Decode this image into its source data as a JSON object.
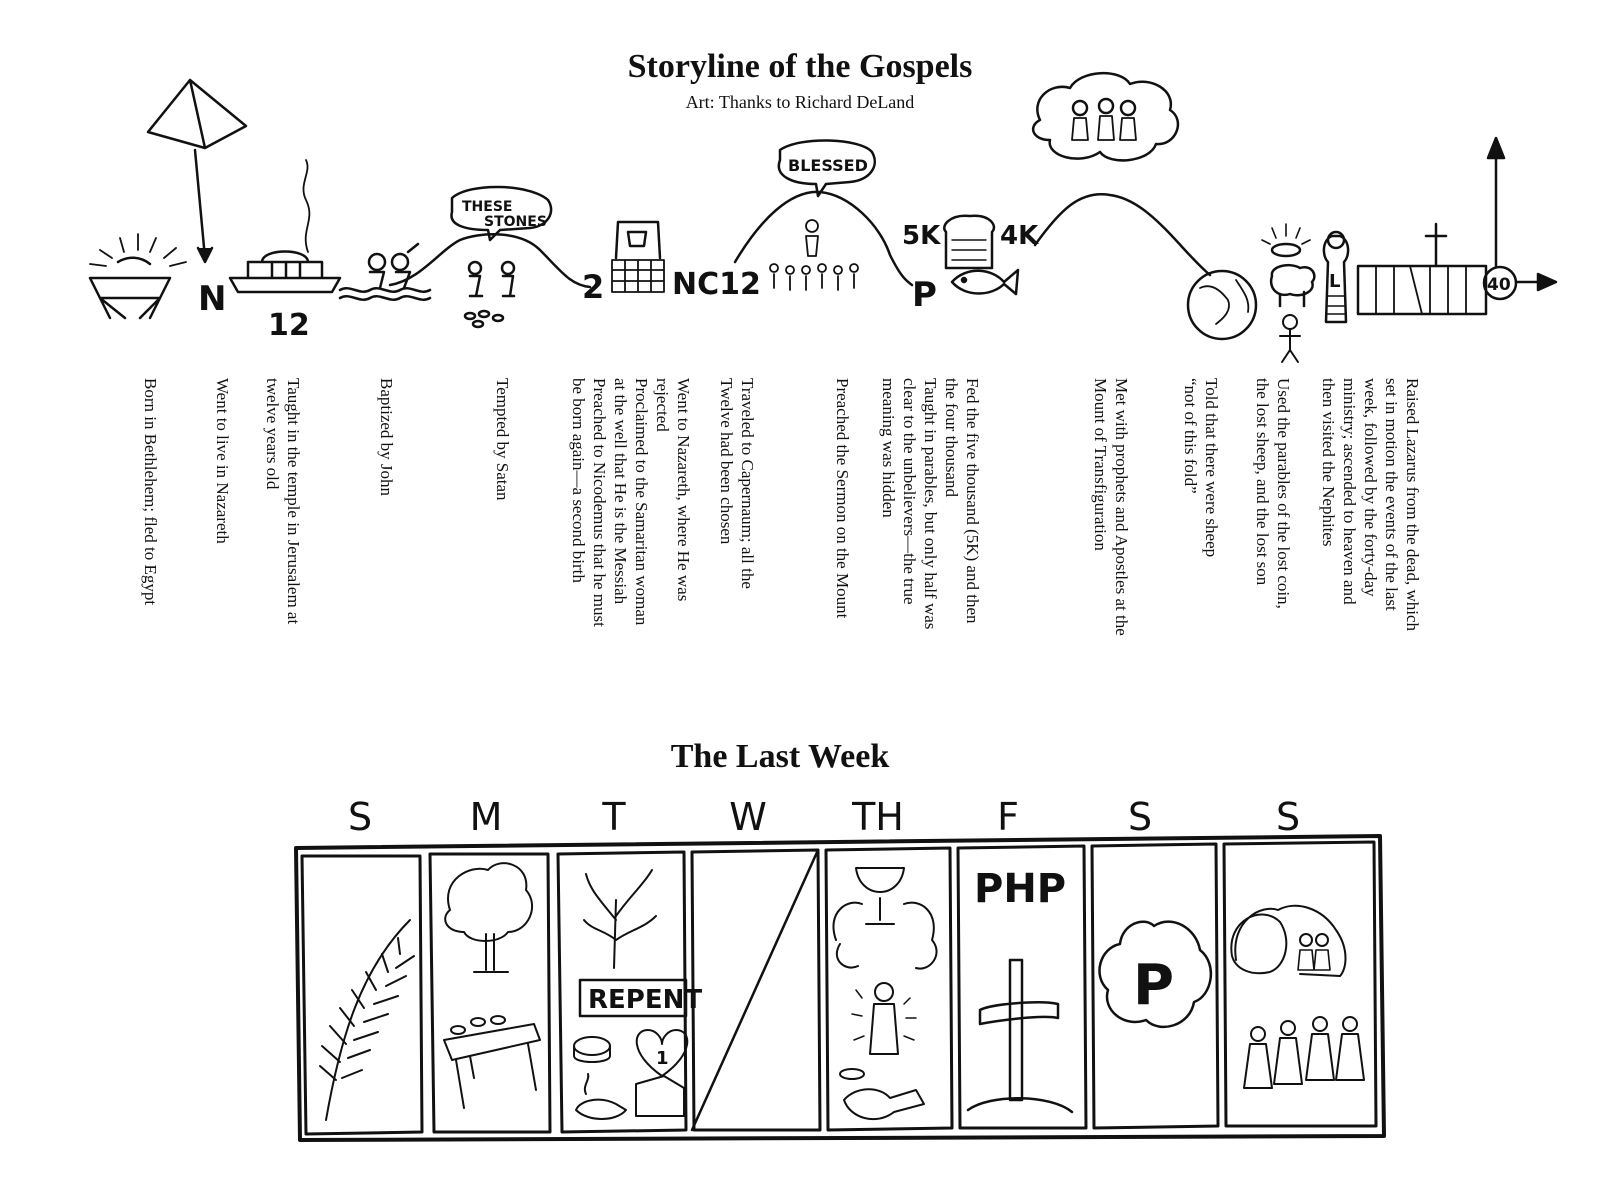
{
  "title": "Storyline of the Gospels",
  "credit": "Art: Thanks to Richard DeLand",
  "timeline_marks": {
    "nazareth": "N",
    "twelve": "12",
    "stones_line1": "THESE",
    "stones_line2": "STONES",
    "cana_two": "2",
    "capernaum": "NC12",
    "blessed": "BLESSED",
    "five_k": "5K",
    "four_k": "4K",
    "parable": "P",
    "lazarus": "L",
    "forty": "40"
  },
  "captions": [
    "Born in Bethlehem; fled to Egypt",
    "Went to live in Nazareth",
    "Taught in the temple in Jerusalem at\ntwelve years old",
    "Baptized by John",
    "Tempted by Satan",
    "Went to Nazareth, where He was\nrejected\nProclaimed to the Samaritan woman\nat the well that He is the Messiah\nPreached to Nicodemus that he must\nbe born again—a second birth",
    "Traveled to Capernaum; all the\nTwelve had been chosen",
    "Preached the Sermon on the Mount",
    "Fed the five thousand (5K) and then\nthe four thousand\nTaught in parables, but only half was\nclear to the unbelievers—the true\nmeaning was hidden",
    "Met with prophets and Apostles at the\nMount of Transfiguration",
    "Told that there were sheep\n“not of this fold”",
    "Used the parables of the lost coin,\nthe lost sheep, and the lost son",
    "Raised Lazarus from the dead, which\nset in motion the events of the last\nweek, followed by the forty-day\nministry; ascended to heaven and\nthen visited the Nephites"
  ],
  "last_week": {
    "title": "The Last Week",
    "days": [
      "S",
      "M",
      "T",
      "W",
      "TH",
      "F",
      "S",
      "S"
    ],
    "repent": "REPENT",
    "heart_number": "1",
    "php": "PHP",
    "p_circle": "P"
  },
  "icons": [
    "pyramid-icon",
    "manger-icon",
    "temple-icon",
    "baptism-icon",
    "mountain-icon",
    "well-icon",
    "loaf-icon",
    "fish-icon",
    "cloud-icon",
    "globe-icon",
    "coin-icon",
    "sheep-icon",
    "cross-icon",
    "palm-icon",
    "tree-icon",
    "table-icon",
    "cup-icon",
    "tomb-icon"
  ]
}
